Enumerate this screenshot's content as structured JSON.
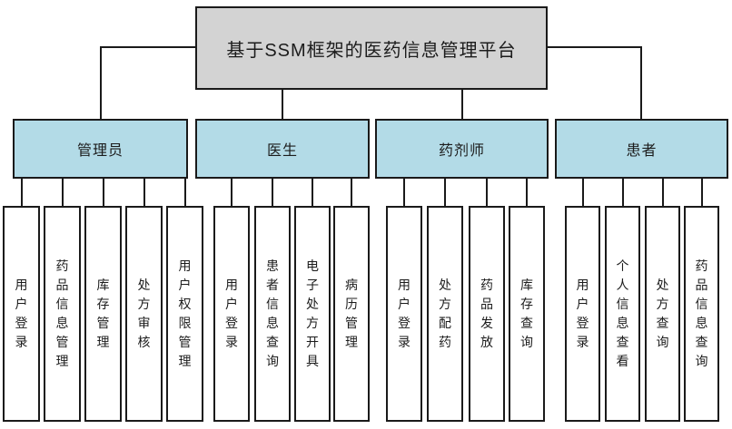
{
  "diagram": {
    "title": "基于SSM框架的医药信息管理平台",
    "groups": [
      {
        "label": "管理员",
        "children": [
          "用户登录",
          "药品信息管理",
          "库存管理",
          "处方审核",
          "用户权限管理"
        ]
      },
      {
        "label": "医生",
        "children": [
          "用户登录",
          "患者信息查询",
          "电子处方开具",
          "病历管理"
        ]
      },
      {
        "label": "药剂师",
        "children": [
          "用户登录",
          "处方配药",
          "药品发放",
          "库存查询"
        ]
      },
      {
        "label": "患者",
        "children": [
          "用户登录",
          "个人信息查看",
          "处方查询",
          "药品信息查询"
        ]
      }
    ],
    "colors": {
      "root_fill": "#d3d3d3",
      "group_fill": "#b3dbe7",
      "leaf_fill": "#ffffff",
      "border": "#1a1a1a",
      "background": "#ffffff"
    }
  }
}
